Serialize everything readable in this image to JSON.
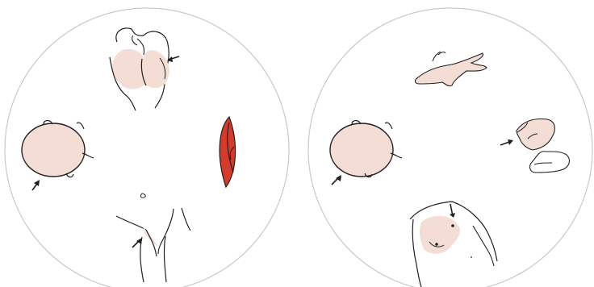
{
  "figure": {
    "background": "#ffffff",
    "palette": {
      "skin_shade": "#f3ddd5",
      "lips": "#d63a2a",
      "lips_line": "#222222",
      "line": "#1f1f1f",
      "circle_outline": "#c9c9c9"
    },
    "panels": [
      {
        "name": "left-circle",
        "items": [
          "buttocks-illustration",
          "head-illustration",
          "lips-illustration",
          "groin-illustration"
        ]
      },
      {
        "name": "right-circle",
        "items": [
          "hand-illustration",
          "head-illustration",
          "hands-pair-illustration",
          "chest-illustration"
        ]
      }
    ]
  }
}
